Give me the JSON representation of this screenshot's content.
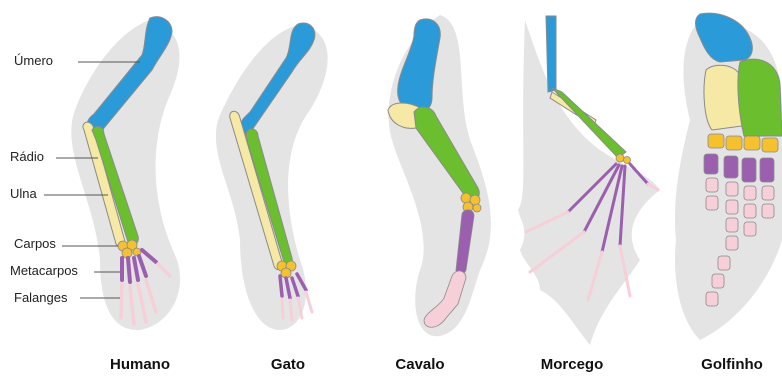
{
  "colors": {
    "umero": "#2a9bd8",
    "radio": "#6bbf2e",
    "ulna": "#f6e9a6",
    "carpos": "#f5c12e",
    "metacarpos": "#9b5fb0",
    "falanges": "#f7cfd8",
    "outline": "#8a8a8a",
    "shadow": "#e4e4e4"
  },
  "labels": {
    "umero": "Úmero",
    "radio": "Rádio",
    "ulna": "Ulna",
    "carpos": "Carpos",
    "metacarpos": "Metacarpos",
    "falanges": "Falanges"
  },
  "animals": {
    "humano": "Humano",
    "gato": "Gato",
    "cavalo": "Cavalo",
    "morcego": "Morcego",
    "golfinho": "Golfinho"
  }
}
